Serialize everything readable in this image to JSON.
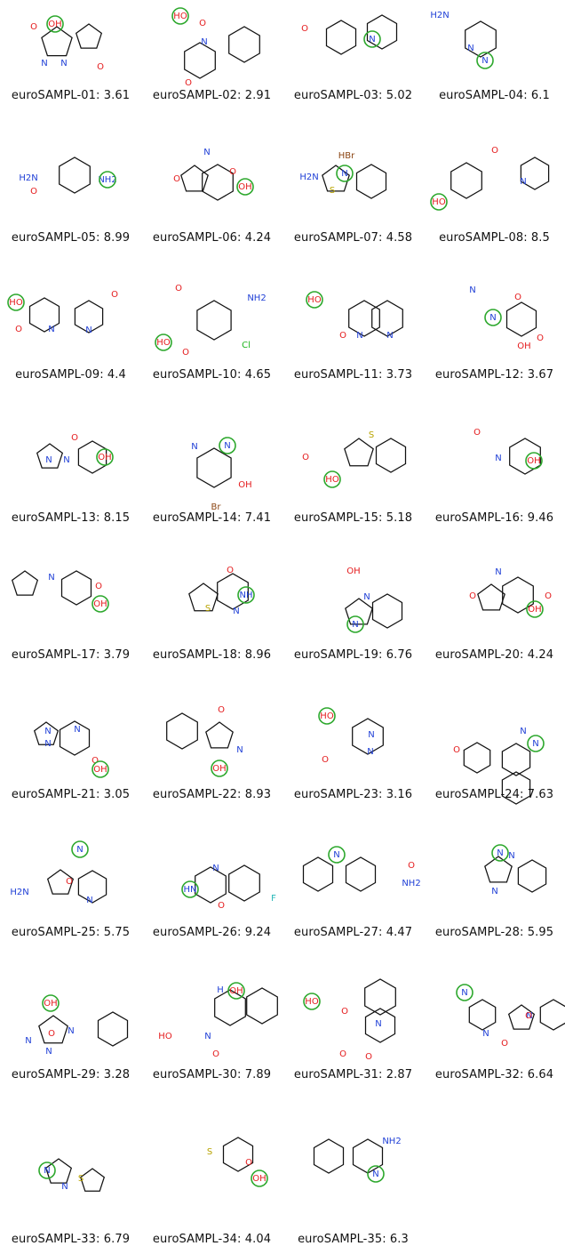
{
  "colors": {
    "bond": "#111111",
    "oxygen": "#e41a1c",
    "nitrogen": "#1f3fd6",
    "sulfur": "#b8a300",
    "chlorine": "#1fb51f",
    "bromine": "#8b4513",
    "fluorine": "#1fb5b5",
    "highlight": "#2da82d"
  },
  "molecules": [
    {
      "label": "euroSAMPL-01: 3.61",
      "atoms": [
        "OH",
        "O",
        "N",
        "N",
        "O"
      ],
      "site": "OH"
    },
    {
      "label": "euroSAMPL-02: 2.91",
      "atoms": [
        "HO",
        "O",
        "N",
        "O"
      ],
      "site": "HO"
    },
    {
      "label": "euroSAMPL-03: 5.02",
      "atoms": [
        "O",
        "N"
      ],
      "site": "N"
    },
    {
      "label": "euroSAMPL-04: 6.1",
      "atoms": [
        "H2N",
        "N",
        "N"
      ],
      "site": "N"
    },
    {
      "label": "euroSAMPL-05: 8.99",
      "atoms": [
        "H2N",
        "O",
        "NH2"
      ],
      "site": "NH2"
    },
    {
      "label": "euroSAMPL-06: 4.24",
      "atoms": [
        "N",
        "O",
        "O",
        "OH"
      ],
      "site": "OH"
    },
    {
      "label": "euroSAMPL-07: 4.58",
      "atoms": [
        "H2N",
        "N",
        "HBr",
        "S"
      ],
      "site": "N"
    },
    {
      "label": "euroSAMPL-08: 8.5",
      "atoms": [
        "HO",
        "O",
        "N"
      ],
      "site": "HO"
    },
    {
      "label": "euroSAMPL-09: 4.4",
      "atoms": [
        "HO",
        "O",
        "N",
        "N",
        "O"
      ],
      "site": "HO"
    },
    {
      "label": "euroSAMPL-10: 4.65",
      "atoms": [
        "O",
        "NH2",
        "HO",
        "O",
        "Cl"
      ],
      "site": "HO"
    },
    {
      "label": "euroSAMPL-11: 3.73",
      "atoms": [
        "HO",
        "O",
        "N",
        "N"
      ],
      "site": "HO"
    },
    {
      "label": "euroSAMPL-12: 3.67",
      "atoms": [
        "O",
        "N",
        "N",
        "O",
        "OH"
      ],
      "site": "N"
    },
    {
      "label": "euroSAMPL-13: 8.15",
      "atoms": [
        "O",
        "N",
        "N",
        "OH"
      ],
      "site": "OH"
    },
    {
      "label": "euroSAMPL-14: 7.41",
      "atoms": [
        "N",
        "N",
        "OH",
        "Br"
      ],
      "site": "N"
    },
    {
      "label": "euroSAMPL-15: 5.18",
      "atoms": [
        "O",
        "S",
        "HO"
      ],
      "site": "HO"
    },
    {
      "label": "euroSAMPL-16: 9.46",
      "atoms": [
        "O",
        "N",
        "OH"
      ],
      "site": "OH"
    },
    {
      "label": "euroSAMPL-17: 3.79",
      "atoms": [
        "N",
        "O",
        "OH"
      ],
      "site": "OH"
    },
    {
      "label": "euroSAMPL-18: 8.96",
      "atoms": [
        "O",
        "NH",
        "S",
        "N"
      ],
      "site": "NH"
    },
    {
      "label": "euroSAMPL-19: 6.76",
      "atoms": [
        "OH",
        "N",
        "N"
      ],
      "site": "N"
    },
    {
      "label": "euroSAMPL-20: 4.24",
      "atoms": [
        "N",
        "O",
        "O",
        "OH"
      ],
      "site": "OH"
    },
    {
      "label": "euroSAMPL-21: 3.05",
      "atoms": [
        "N",
        "N",
        "N",
        "O",
        "OH"
      ],
      "site": "OH"
    },
    {
      "label": "euroSAMPL-22: 8.93",
      "atoms": [
        "O",
        "N",
        "OH"
      ],
      "site": "OH"
    },
    {
      "label": "euroSAMPL-23: 3.16",
      "atoms": [
        "HO",
        "N",
        "O",
        "N"
      ],
      "site": "HO"
    },
    {
      "label": "euroSAMPL-24: 7.63",
      "atoms": [
        "N",
        "O",
        "N"
      ],
      "site": "N"
    },
    {
      "label": "euroSAMPL-25: 5.75",
      "atoms": [
        "N",
        "H2N",
        "N",
        "O"
      ],
      "site": "N"
    },
    {
      "label": "euroSAMPL-26: 9.24",
      "atoms": [
        "N",
        "HN",
        "O",
        "F"
      ],
      "site": "HN"
    },
    {
      "label": "euroSAMPL-27: 4.47",
      "atoms": [
        "N",
        "O",
        "NH2"
      ],
      "site": "N"
    },
    {
      "label": "euroSAMPL-28: 5.95",
      "atoms": [
        "N",
        "N",
        "N"
      ],
      "site": "N"
    },
    {
      "label": "euroSAMPL-29: 3.28",
      "atoms": [
        "OH",
        "N",
        "N",
        "N",
        "O"
      ],
      "site": "OH"
    },
    {
      "label": "euroSAMPL-30: 7.89",
      "atoms": [
        "H",
        "OH",
        "HO",
        "N",
        "O"
      ],
      "site": "OH"
    },
    {
      "label": "euroSAMPL-31: 2.87",
      "atoms": [
        "HO",
        "O",
        "O",
        "N",
        "O"
      ],
      "site": "HO"
    },
    {
      "label": "euroSAMPL-32: 6.64",
      "atoms": [
        "N",
        "N",
        "N",
        "O",
        "O"
      ],
      "site": "N"
    },
    {
      "label": "euroSAMPL-33: 6.79",
      "atoms": [
        "N",
        "N",
        "S"
      ],
      "site": "N"
    },
    {
      "label": "euroSAMPL-34: 4.04",
      "atoms": [
        "S",
        "O",
        "OH"
      ],
      "site": "OH"
    },
    {
      "label": "euroSAMPL-35: 6.3",
      "atoms": [
        "NH2",
        "N"
      ],
      "site": "N"
    }
  ]
}
